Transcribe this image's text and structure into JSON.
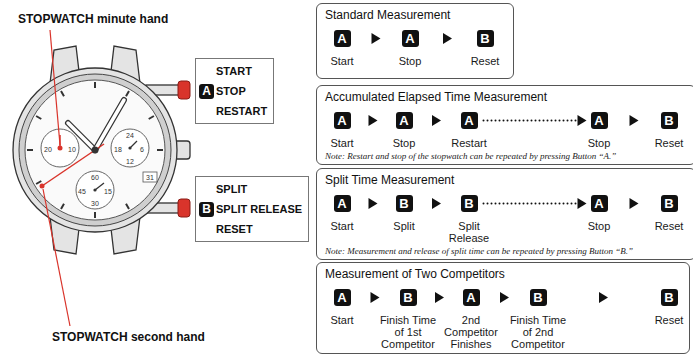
{
  "diagram": {
    "nodes": [
      {
        "text": [
          "START",
          "STOP",
          "RESTART"
        ]
      },
      {
        "text": [
          "A"
        ],
        "in": 0
      },
      {
        "text": [
          "SPLIT",
          "SPLIT RELEASE",
          "RESET"
        ]
      },
      {
        "text": [
          "B"
        ],
        "in": 2
      },
      {
        "text": [
          "Standard Measurement"
        ]
      },
      {
        "text": [
          "A",
          "Start"
        ],
        "in": 4
      },
      {
        "text": [
          "A",
          "Stop"
        ],
        "in": 4
      },
      {
        "text": [
          "B",
          "Reset"
        ],
        "in": 4
      },
      {
        "text": [
          "Accumulated Elapsed Time Measurement",
          "Note: Restart and stop of the stopwatch can be repeated by pressing Button “A.”"
        ]
      },
      {
        "text": [
          "A",
          "Start"
        ],
        "in": 8
      },
      {
        "text": [
          "A",
          "Stop"
        ],
        "in": 8
      },
      {
        "text": [
          "A",
          "Restart"
        ],
        "in": 8
      },
      {
        "text": [
          "A",
          "Stop"
        ],
        "in": 8
      },
      {
        "text": [
          "B",
          "Reset"
        ],
        "in": 8
      },
      {
        "text": [
          "Split Time Measurement",
          "Note: Measurement and release of split time can be repeated by pressing Button “B.”"
        ]
      },
      {
        "text": [
          "A",
          "Start"
        ],
        "in": 14
      },
      {
        "text": [
          "B",
          "Split"
        ],
        "in": 14
      },
      {
        "text": [
          "B",
          "Split Release"
        ],
        "in": 14
      },
      {
        "text": [
          "A",
          "Stop"
        ],
        "in": 14
      },
      {
        "text": [
          "B",
          "Reset"
        ],
        "in": 14
      },
      {
        "text": [
          "Measurement of Two Competitors"
        ]
      },
      {
        "text": [
          "A",
          "Start"
        ],
        "in": 20
      },
      {
        "text": [
          "B",
          "Finish Time of 1st Competitor"
        ],
        "in": 20
      },
      {
        "text": [
          "A",
          "2nd Competitor Finishes"
        ],
        "in": 20
      },
      {
        "text": [
          "B",
          "Finish Time of 2nd Competitor"
        ],
        "in": 20
      },
      {
        "text": [
          "B",
          "Reset"
        ],
        "in": 20
      }
    ],
    "edges": [
      {
        "from": 5,
        "to": 6,
        "arrow": "to"
      },
      {
        "from": 6,
        "to": 7,
        "arrow": "to"
      },
      {
        "from": 9,
        "to": 10,
        "arrow": "to"
      },
      {
        "from": 10,
        "to": 11,
        "arrow": "to"
      },
      {
        "from": 11,
        "to": 12,
        "arrow": "to"
      },
      {
        "from": 12,
        "to": 13,
        "arrow": "to"
      },
      {
        "from": 15,
        "to": 16,
        "arrow": "to"
      },
      {
        "from": 16,
        "to": 17,
        "arrow": "to"
      },
      {
        "from": 17,
        "to": 18,
        "arrow": "to"
      },
      {
        "from": 18,
        "to": 19,
        "arrow": "to"
      },
      {
        "from": 21,
        "to": 22,
        "arrow": "to"
      },
      {
        "from": 22,
        "to": 23,
        "arrow": "to"
      },
      {
        "from": 23,
        "to": 24,
        "arrow": "to"
      },
      {
        "from": 24,
        "to": 25,
        "arrow": "to"
      }
    ],
    "labels": [
      "STOPWATCH minute hand",
      "20",
      "10",
      "24",
      "18",
      "6",
      "12",
      "31",
      "60",
      "45",
      "15",
      "30",
      "STOPWATCH second hand"
    ]
  }
}
